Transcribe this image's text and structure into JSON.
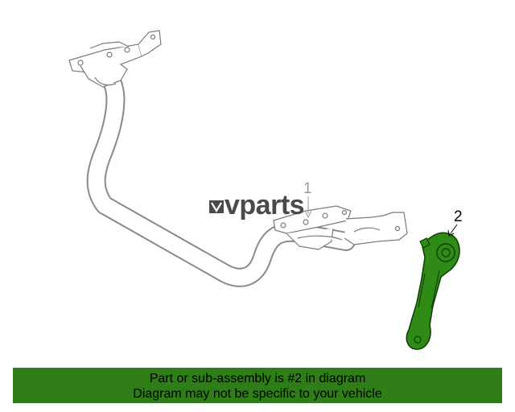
{
  "watermark": {
    "text": "vparts",
    "logo_letter": "V"
  },
  "callouts": {
    "part1": "1",
    "part2": "2"
  },
  "banner": {
    "line1": "Part or sub-assembly is #2 in diagram",
    "line2": "Diagram may not be specific to your vehicle",
    "background_color": "#2f7d18"
  },
  "colors": {
    "highlight_part": "#2f8a16",
    "line_art": "#888888",
    "text": "#000000"
  }
}
